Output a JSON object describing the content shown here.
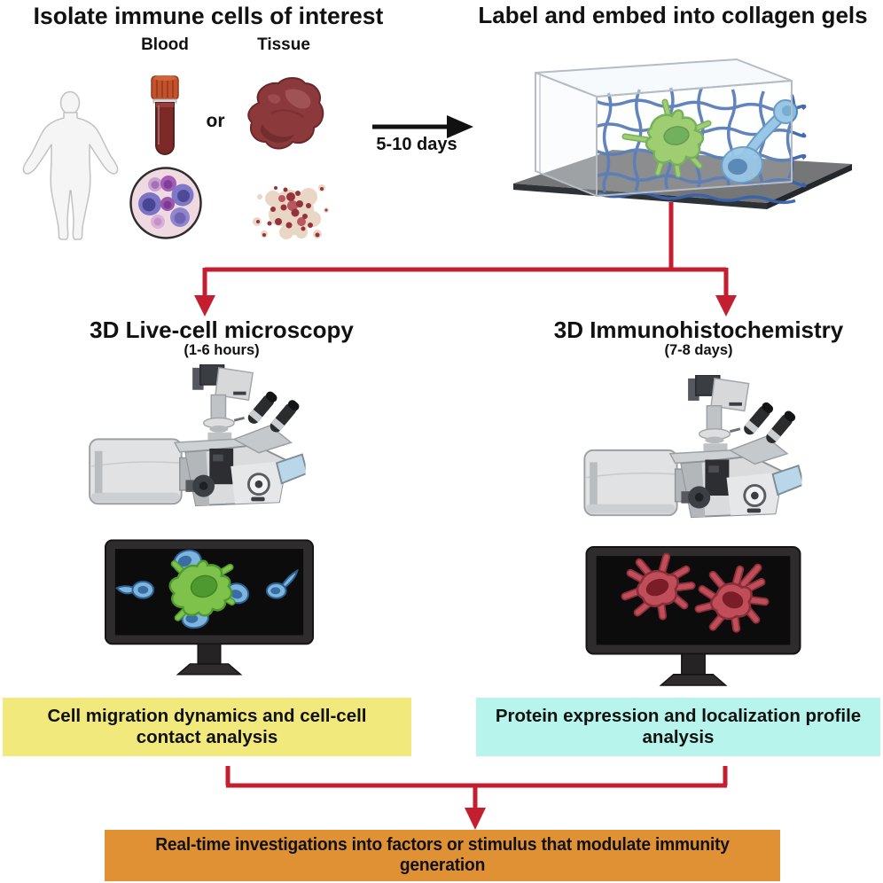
{
  "figure": {
    "step1_title": "Isolate immune cells of interest",
    "step2_title": "Label and embed into collagen gels",
    "blood_label": "Blood",
    "tissue_label": "Tissue",
    "or_label": "or",
    "embed_duration": "5-10 days",
    "left_branch": {
      "title": "3D Live-cell microscopy",
      "duration": "(1-6 hours)"
    },
    "right_branch": {
      "title": "3D Immunohistochemistry",
      "duration": "(7-8 days)"
    },
    "left_analysis": "Cell migration dynamics and cell-cell contact analysis",
    "right_analysis": "Protein expression and localization profile analysis",
    "outcome": "Real-time investigations into factors or stimulus that modulate immunity generation",
    "colors": {
      "arrow_red": "#c41e31",
      "arrow_black": "#111111",
      "left_analysis_bg": "#f1e97b",
      "right_analysis_bg": "#b6f4ec",
      "outcome_bg": "#df9133"
    },
    "icons": {
      "human_figure": "human-body-outline",
      "blood_tube": "blood-collection-tube",
      "tissue_sample": "tissue-specimen",
      "pbmc_dish": "immune-cell-culture-dish",
      "dissociated_cells": "dissociated-tissue-cells",
      "collagen_gel": "collagen-gel-with-embedded-cells",
      "microscope": "confocal-microscope",
      "monitor_live": "monitor-live-cell-imaging",
      "monitor_ihc": "monitor-ihc-imaging"
    }
  }
}
